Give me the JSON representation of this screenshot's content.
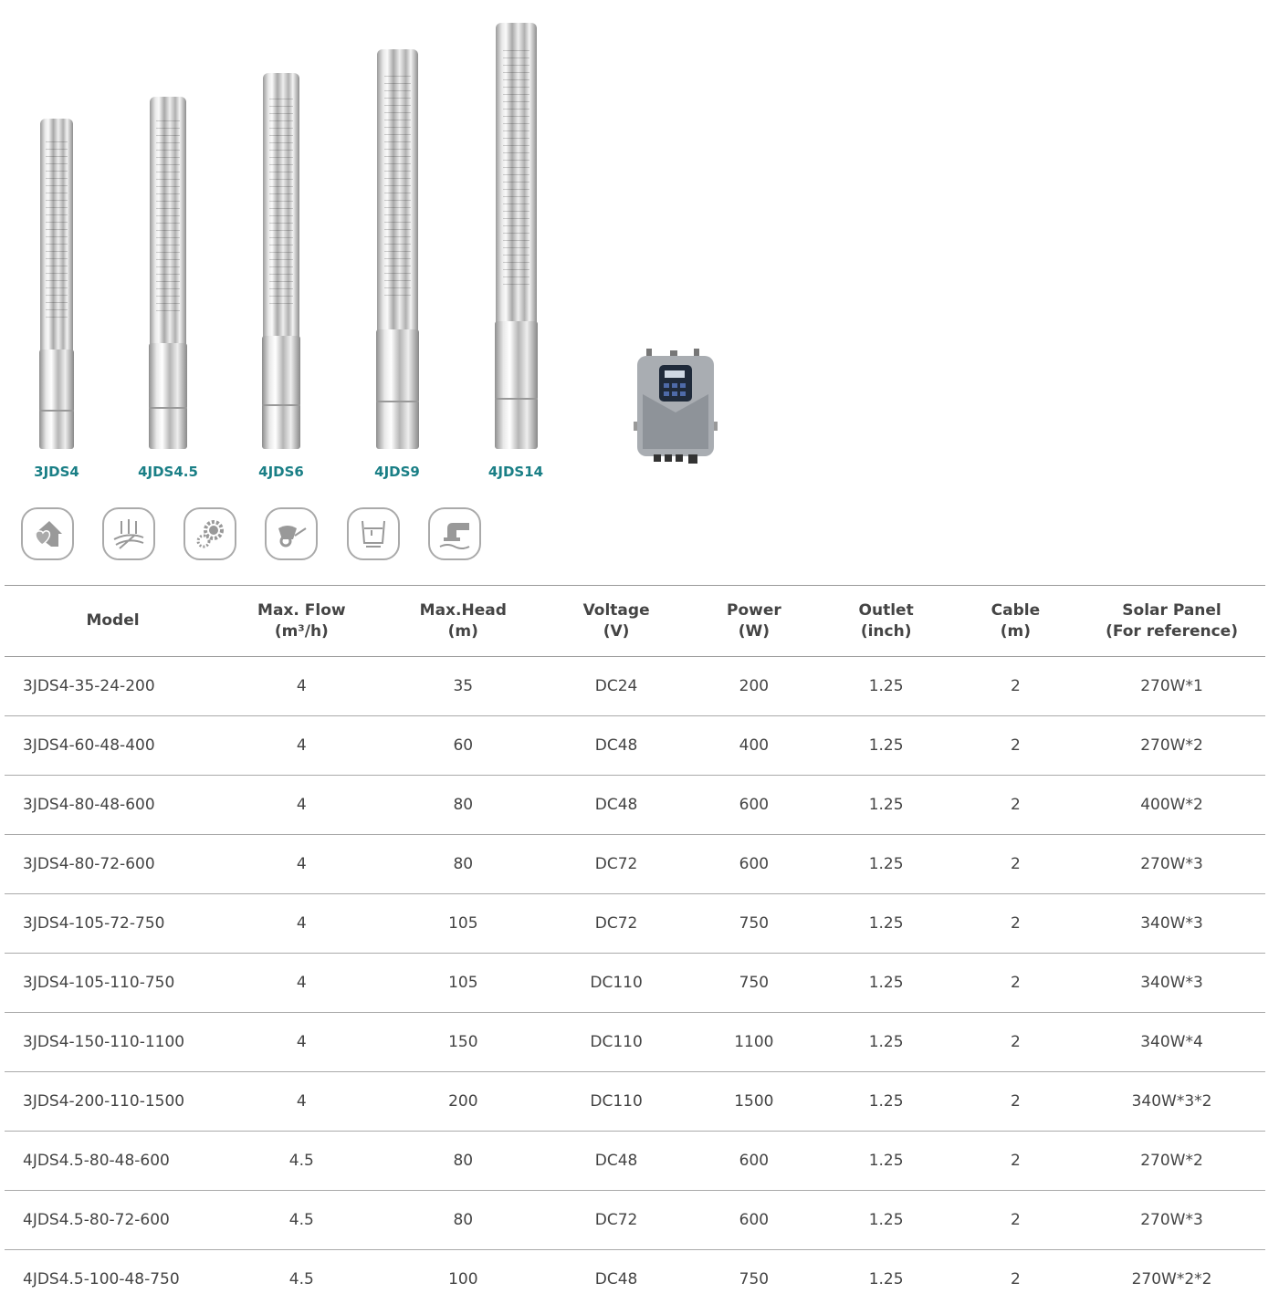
{
  "products": [
    {
      "label": "3JDS4"
    },
    {
      "label": "4JDS4.5"
    },
    {
      "label": "4JDS6"
    },
    {
      "label": "4JDS9"
    },
    {
      "label": "4JDS14"
    }
  ],
  "controller": {
    "name": "controller-image"
  },
  "applications": [
    "home-icon",
    "agriculture-icon",
    "industry-icon",
    "garden-cart-icon",
    "water-tank-icon",
    "water-supply-pipe-icon"
  ],
  "table": {
    "headers": [
      {
        "l1": "Model",
        "l2": ""
      },
      {
        "l1": "Max. Flow",
        "l2": "(m³/h)"
      },
      {
        "l1": "Max.Head",
        "l2": "(m)"
      },
      {
        "l1": "Voltage",
        "l2": "(V)"
      },
      {
        "l1": "Power",
        "l2": "(W)"
      },
      {
        "l1": "Outlet",
        "l2": "(inch)"
      },
      {
        "l1": "Cable",
        "l2": "(m)"
      },
      {
        "l1": "Solar Panel",
        "l2": "(For reference)"
      }
    ],
    "rows": [
      [
        "3JDS4-35-24-200",
        "4",
        "35",
        "DC24",
        "200",
        "1.25",
        "2",
        "270W*1"
      ],
      [
        "3JDS4-60-48-400",
        "4",
        "60",
        "DC48",
        "400",
        "1.25",
        "2",
        "270W*2"
      ],
      [
        "3JDS4-80-48-600",
        "4",
        "80",
        "DC48",
        "600",
        "1.25",
        "2",
        "400W*2"
      ],
      [
        "3JDS4-80-72-600",
        "4",
        "80",
        "DC72",
        "600",
        "1.25",
        "2",
        "270W*3"
      ],
      [
        "3JDS4-105-72-750",
        "4",
        "105",
        "DC72",
        "750",
        "1.25",
        "2",
        "340W*3"
      ],
      [
        "3JDS4-105-110-750",
        "4",
        "105",
        "DC110",
        "750",
        "1.25",
        "2",
        "340W*3"
      ],
      [
        "3JDS4-150-110-1100",
        "4",
        "150",
        "DC110",
        "1100",
        "1.25",
        "2",
        "340W*4"
      ],
      [
        "3JDS4-200-110-1500",
        "4",
        "200",
        "DC110",
        "1500",
        "1.25",
        "2",
        "340W*3*2"
      ],
      [
        "4JDS4.5-80-48-600",
        "4.5",
        "80",
        "DC48",
        "600",
        "1.25",
        "2",
        "270W*2"
      ],
      [
        "4JDS4.5-80-72-600",
        "4.5",
        "80",
        "DC72",
        "600",
        "1.25",
        "2",
        "270W*3"
      ],
      [
        "4JDS4.5-100-48-750",
        "4.5",
        "100",
        "DC48",
        "750",
        "1.25",
        "2",
        "270W*2*2"
      ]
    ]
  }
}
